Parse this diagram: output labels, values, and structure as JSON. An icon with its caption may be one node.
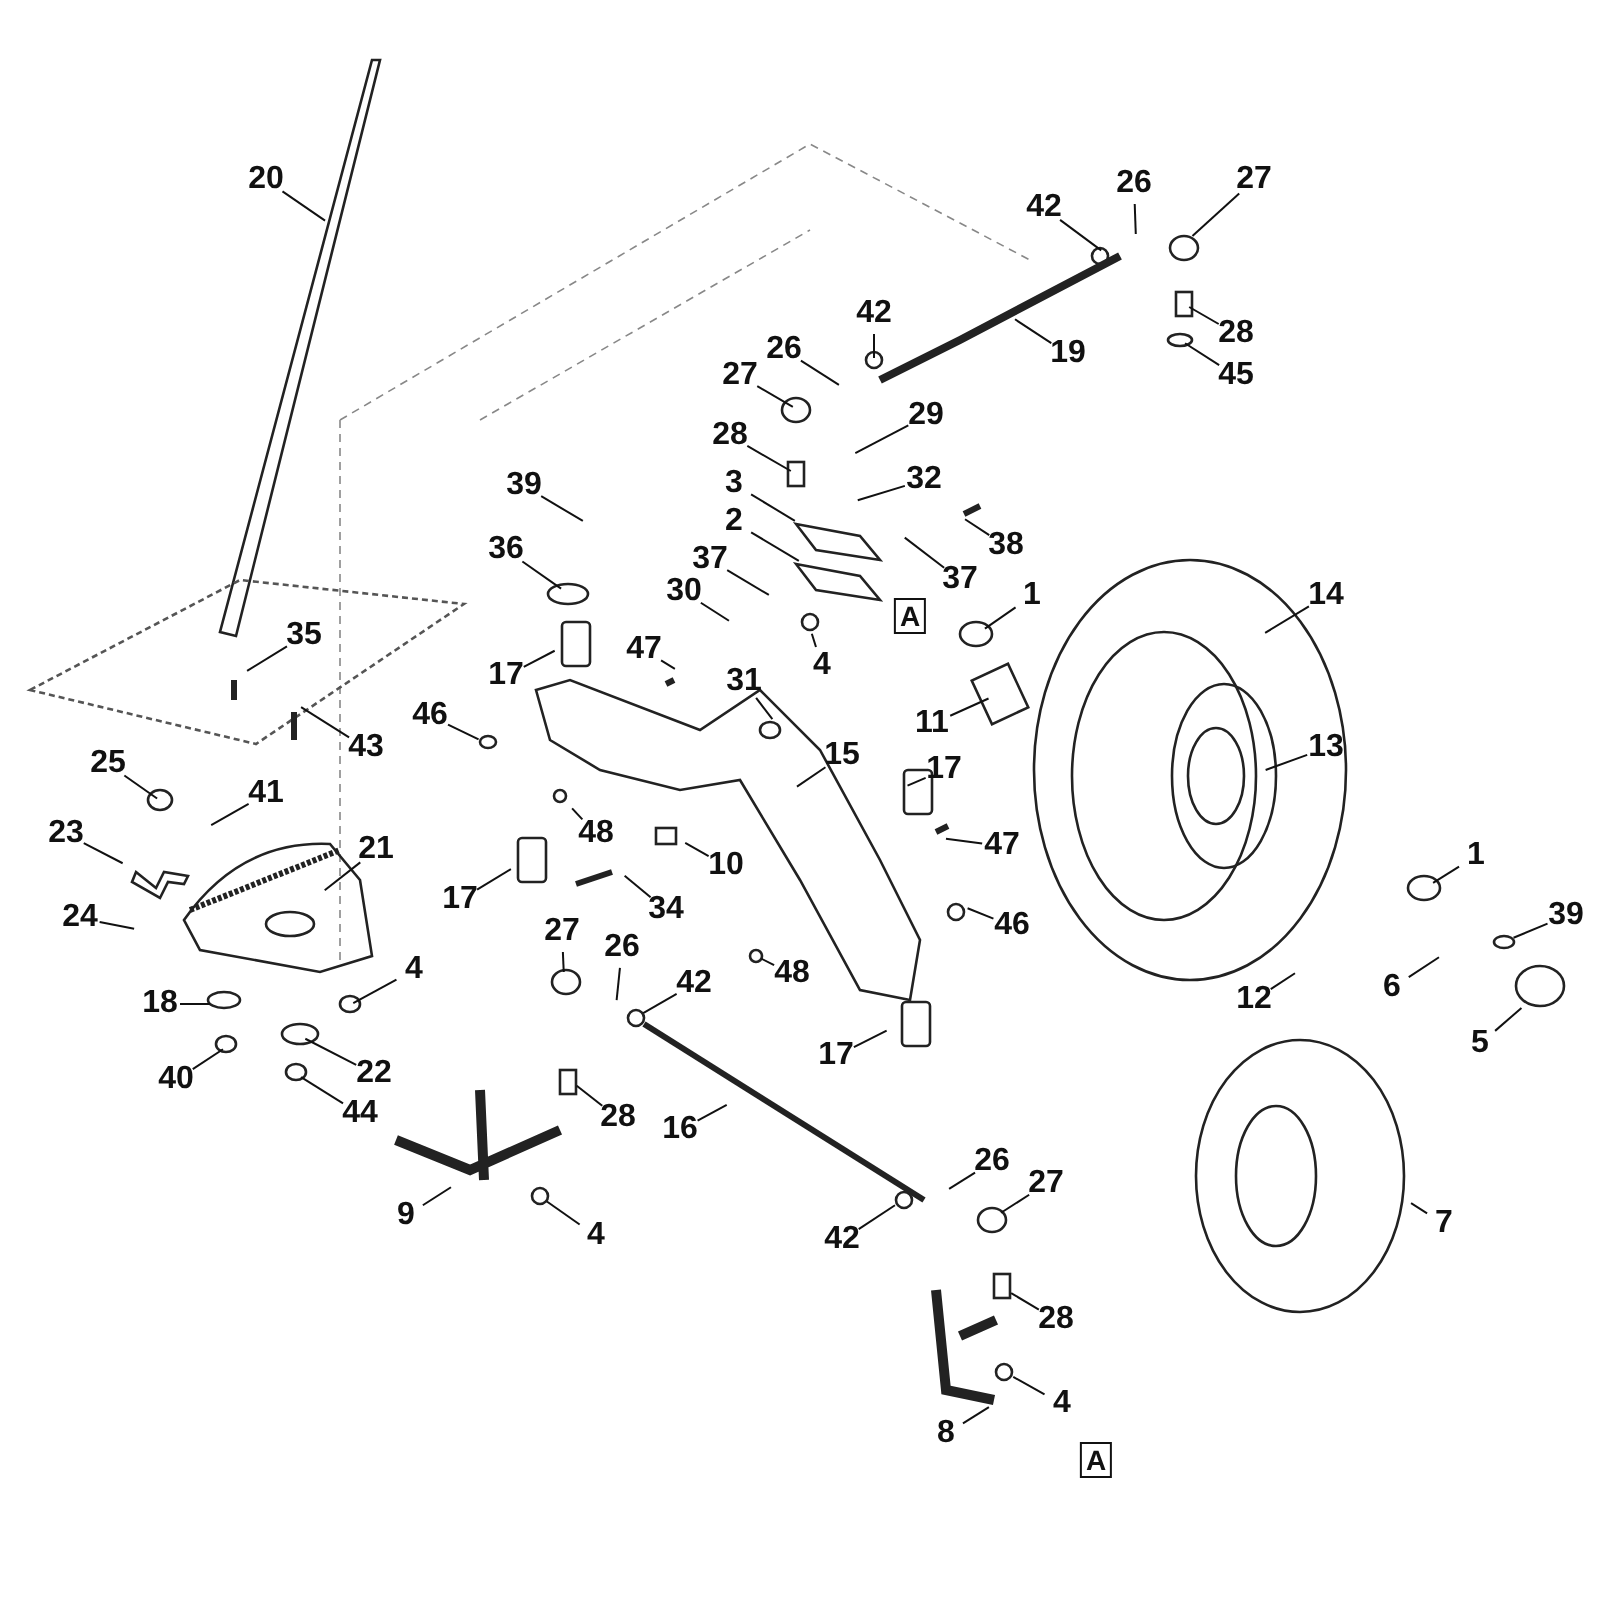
{
  "diagram": {
    "nodes": [
      {
        "text": [
          "20"
        ]
      },
      {
        "text": [
          "42"
        ]
      },
      {
        "text": [
          "26"
        ]
      },
      {
        "text": [
          "27"
        ]
      },
      {
        "text": [
          "28"
        ]
      },
      {
        "text": [
          "45"
        ]
      },
      {
        "text": [
          "19"
        ]
      },
      {
        "text": [
          "26"
        ]
      },
      {
        "text": [
          "42"
        ]
      },
      {
        "text": [
          "27"
        ]
      },
      {
        "text": [
          "28"
        ]
      },
      {
        "text": [
          "29"
        ]
      },
      {
        "text": [
          "32"
        ]
      },
      {
        "text": [
          "3"
        ]
      },
      {
        "text": [
          "2"
        ]
      },
      {
        "text": [
          "37"
        ]
      },
      {
        "text": [
          "30"
        ]
      },
      {
        "text": [
          "37"
        ]
      },
      {
        "text": [
          "38"
        ]
      },
      {
        "text": [
          "A"
        ]
      },
      {
        "text": [
          "1"
        ]
      },
      {
        "text": [
          "4"
        ]
      },
      {
        "text": [
          "31"
        ]
      },
      {
        "text": [
          "47"
        ]
      },
      {
        "text": [
          "39"
        ]
      },
      {
        "text": [
          "36"
        ]
      },
      {
        "text": [
          "17"
        ]
      },
      {
        "text": [
          "46"
        ]
      },
      {
        "text": [
          "15"
        ]
      },
      {
        "text": [
          "11"
        ]
      },
      {
        "text": [
          "14"
        ]
      },
      {
        "text": [
          "13"
        ]
      },
      {
        "text": [
          "17"
        ]
      },
      {
        "text": [
          "47"
        ]
      },
      {
        "text": [
          "46"
        ]
      },
      {
        "text": [
          "48"
        ]
      },
      {
        "text": [
          "10"
        ]
      },
      {
        "text": [
          "34"
        ]
      },
      {
        "text": [
          "17"
        ]
      },
      {
        "text": [
          "48"
        ]
      },
      {
        "text": [
          "35"
        ]
      },
      {
        "text": [
          "43"
        ]
      },
      {
        "text": [
          "25"
        ]
      },
      {
        "text": [
          "41"
        ]
      },
      {
        "text": [
          "23"
        ]
      },
      {
        "text": [
          "24"
        ]
      },
      {
        "text": [
          "21"
        ]
      },
      {
        "text": [
          "4"
        ]
      },
      {
        "text": [
          "18"
        ]
      },
      {
        "text": [
          "40"
        ]
      },
      {
        "text": [
          "22"
        ]
      },
      {
        "text": [
          "44"
        ]
      },
      {
        "text": [
          "27"
        ]
      },
      {
        "text": [
          "26"
        ]
      },
      {
        "text": [
          "42"
        ]
      },
      {
        "text": [
          "28"
        ]
      },
      {
        "text": [
          "16"
        ]
      },
      {
        "text": [
          "9"
        ]
      },
      {
        "text": [
          "4"
        ]
      },
      {
        "text": [
          "1"
        ]
      },
      {
        "text": [
          "39"
        ]
      },
      {
        "text": [
          "6"
        ]
      },
      {
        "text": [
          "12"
        ]
      },
      {
        "text": [
          "5"
        ]
      },
      {
        "text": [
          "7"
        ]
      },
      {
        "text": [
          "26"
        ]
      },
      {
        "text": [
          "27"
        ]
      },
      {
        "text": [
          "42"
        ]
      },
      {
        "text": [
          "17"
        ]
      },
      {
        "text": [
          "28"
        ]
      },
      {
        "text": [
          "4"
        ]
      },
      {
        "text": [
          "8"
        ]
      },
      {
        "text": [
          "A"
        ]
      }
    ],
    "edges": [
      {
        "from": 0,
        "to": null,
        "arrow": "none"
      },
      {
        "from": 1,
        "to": null,
        "arrow": "none"
      },
      {
        "from": 2,
        "to": null,
        "arrow": "none"
      },
      {
        "from": 3,
        "to": null,
        "arrow": "none"
      },
      {
        "from": 4,
        "to": null,
        "arrow": "none"
      },
      {
        "from": 5,
        "to": null,
        "arrow": "none"
      },
      {
        "from": 6,
        "to": null,
        "arrow": "none"
      },
      {
        "from": 7,
        "to": null,
        "arrow": "none"
      },
      {
        "from": 8,
        "to": null,
        "arrow": "none"
      },
      {
        "from": 9,
        "to": null,
        "arrow": "none"
      },
      {
        "from": 10,
        "to": null,
        "arrow": "none"
      },
      {
        "from": 11,
        "to": null,
        "arrow": "none"
      },
      {
        "from": 12,
        "to": null,
        "arrow": "none"
      },
      {
        "from": 13,
        "to": null,
        "arrow": "none"
      },
      {
        "from": 14,
        "to": null,
        "arrow": "none"
      },
      {
        "from": 15,
        "to": null,
        "arrow": "none"
      },
      {
        "from": 16,
        "to": null,
        "arrow": "none"
      },
      {
        "from": 17,
        "to": null,
        "arrow": "none"
      },
      {
        "from": 18,
        "to": null,
        "arrow": "none"
      },
      {
        "from": 20,
        "to": null,
        "arrow": "none"
      },
      {
        "from": 21,
        "to": null,
        "arrow": "none"
      },
      {
        "from": 22,
        "to": null,
        "arrow": "none"
      },
      {
        "from": 23,
        "to": null,
        "arrow": "none"
      },
      {
        "from": 24,
        "to": null,
        "arrow": "none"
      },
      {
        "from": 25,
        "to": null,
        "arrow": "none"
      },
      {
        "from": 26,
        "to": null,
        "arrow": "none"
      },
      {
        "from": 27,
        "to": null,
        "arrow": "none"
      },
      {
        "from": 28,
        "to": null,
        "arrow": "none"
      },
      {
        "from": 29,
        "to": null,
        "arrow": "none"
      },
      {
        "from": 30,
        "to": null,
        "arrow": "none"
      },
      {
        "from": 31,
        "to": null,
        "arrow": "none"
      },
      {
        "from": 32,
        "to": null,
        "arrow": "none"
      },
      {
        "from": 33,
        "to": null,
        "arrow": "none"
      },
      {
        "from": 34,
        "to": null,
        "arrow": "none"
      },
      {
        "from": 35,
        "to": null,
        "arrow": "none"
      },
      {
        "from": 36,
        "to": null,
        "arrow": "none"
      },
      {
        "from": 37,
        "to": null,
        "arrow": "none"
      },
      {
        "from": 38,
        "to": null,
        "arrow": "none"
      },
      {
        "from": 39,
        "to": null,
        "arrow": "none"
      },
      {
        "from": 40,
        "to": null,
        "arrow": "none"
      },
      {
        "from": 41,
        "to": null,
        "arrow": "none"
      },
      {
        "from": 42,
        "to": null,
        "arrow": "none"
      },
      {
        "from": 43,
        "to": null,
        "arrow": "none"
      },
      {
        "from": 44,
        "to": null,
        "arrow": "none"
      },
      {
        "from": 45,
        "to": null,
        "arrow": "none"
      },
      {
        "from": 46,
        "to": null,
        "arrow": "none"
      },
      {
        "from": 47,
        "to": null,
        "arrow": "none"
      },
      {
        "from": 48,
        "to": null,
        "arrow": "none"
      },
      {
        "from": 49,
        "to": null,
        "arrow": "none"
      },
      {
        "from": 50,
        "to": null,
        "arrow": "none"
      },
      {
        "from": 51,
        "to": null,
        "arrow": "none"
      },
      {
        "from": 52,
        "to": null,
        "arrow": "none"
      },
      {
        "from": 53,
        "to": null,
        "arrow": "none"
      },
      {
        "from": 54,
        "to": null,
        "arrow": "none"
      },
      {
        "from": 55,
        "to": null,
        "arrow": "none"
      },
      {
        "from": 56,
        "to": null,
        "arrow": "none"
      },
      {
        "from": 57,
        "to": null,
        "arrow": "none"
      },
      {
        "from": 58,
        "to": null,
        "arrow": "none"
      },
      {
        "from": 59,
        "to": null,
        "arrow": "none"
      },
      {
        "from": 60,
        "to": null,
        "arrow": "none"
      },
      {
        "from": 61,
        "to": null,
        "arrow": "none"
      },
      {
        "from": 62,
        "to": null,
        "arrow": "none"
      },
      {
        "from": 63,
        "to": null,
        "arrow": "none"
      },
      {
        "from": 64,
        "to": null,
        "arrow": "none"
      },
      {
        "from": 65,
        "to": null,
        "arrow": "none"
      },
      {
        "from": 66,
        "to": null,
        "arrow": "none"
      },
      {
        "from": 67,
        "to": null,
        "arrow": "none"
      },
      {
        "from": 68,
        "to": null,
        "arrow": "none"
      },
      {
        "from": 69,
        "to": null,
        "arrow": "none"
      },
      {
        "from": 70,
        "to": null,
        "arrow": "none"
      },
      {
        "from": 71,
        "to": null,
        "arrow": "none"
      }
    ]
  }
}
